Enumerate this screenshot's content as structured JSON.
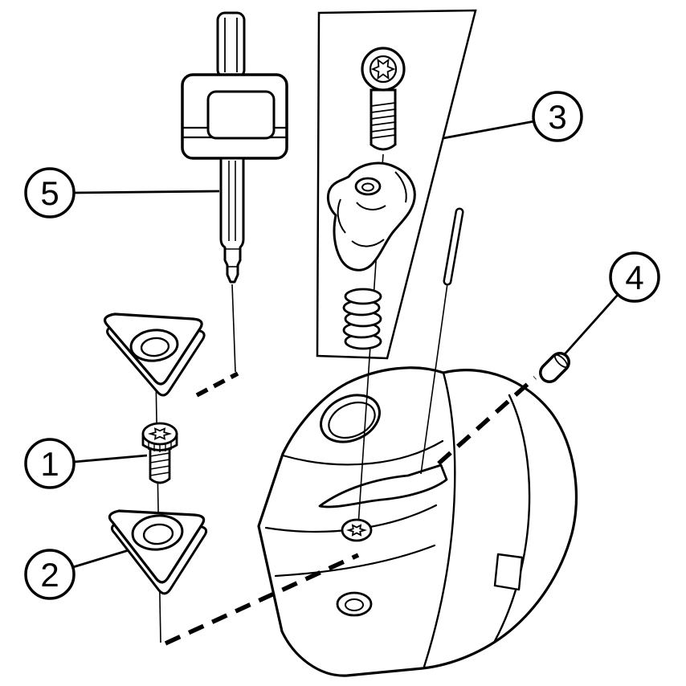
{
  "callouts": [
    {
      "label": "1"
    },
    {
      "label": "2"
    },
    {
      "label": "3"
    },
    {
      "label": "4"
    },
    {
      "label": "5"
    }
  ],
  "colors": {
    "line": "#000000",
    "background": "#ffffff"
  }
}
